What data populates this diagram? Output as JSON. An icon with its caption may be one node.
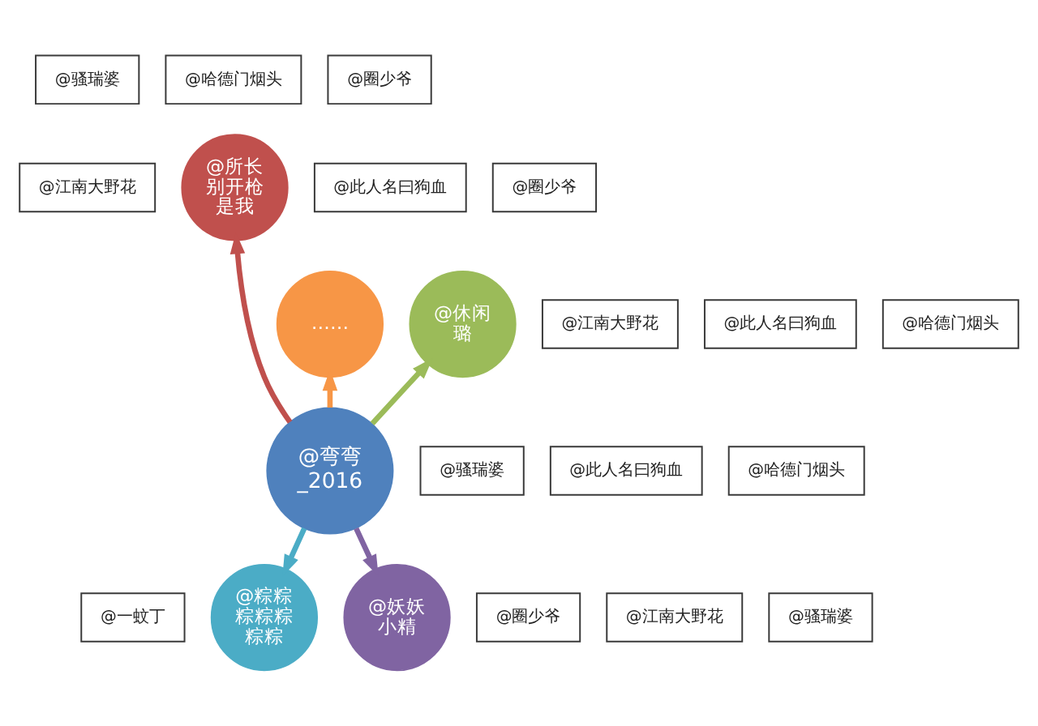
{
  "diagram": {
    "nodes": [
      {
        "text": [
          "@弯弯_2016"
        ]
      },
      {
        "text": [
          "@所长别开枪是我"
        ]
      },
      {
        "text": [
          "……"
        ]
      },
      {
        "text": [
          "@休闲璐"
        ]
      },
      {
        "text": [
          "@粽粽粽粽粽粽粽"
        ]
      },
      {
        "text": [
          "@妖妖小精"
        ]
      },
      {
        "text": [
          "@哈德门烟头"
        ]
      },
      {
        "text": [
          "@圈少爷"
        ]
      },
      {
        "text": [
          "@骚瑞婆"
        ]
      },
      {
        "text": [
          "@此人名曰狗血"
        ]
      },
      {
        "text": [
          "@江南大野花"
        ]
      },
      {
        "text": [
          "@圈少爷"
        ]
      },
      {
        "text": [
          "@江南大野花"
        ]
      },
      {
        "text": [
          "@此人名曰狗血"
        ]
      },
      {
        "text": [
          "@哈德门烟头"
        ]
      },
      {
        "text": [
          "@骚瑞婆"
        ]
      },
      {
        "text": [
          "@此人名曰狗血"
        ]
      },
      {
        "text": [
          "@哈德门烟头"
        ]
      },
      {
        "text": [
          "@圈少爷"
        ]
      },
      {
        "text": [
          "@骚瑞婆"
        ]
      },
      {
        "text": [
          "@一蚊丁"
        ]
      },
      {
        "text": [
          "@江南大野花"
        ]
      }
    ],
    "edges": [
      {
        "from": 0,
        "to": 2,
        "arrow": "to",
        "color": "#f79646"
      },
      {
        "from": 0,
        "to": 1,
        "arrow": "to",
        "color": "#c0504d"
      },
      {
        "from": 0,
        "to": 3,
        "arrow": "to",
        "color": "#9bbb59"
      },
      {
        "from": 0,
        "to": 5,
        "arrow": "to",
        "color": "#8064a2"
      },
      {
        "from": 0,
        "to": 4,
        "arrow": "to",
        "color": "#4bacc6"
      }
    ]
  }
}
